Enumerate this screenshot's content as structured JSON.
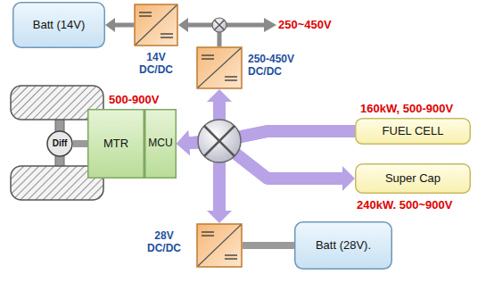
{
  "diagram": {
    "nodes": [
      {
        "text": [
          "Batt (14V)"
        ]
      },
      {
        "text": [
          "14V DC/DC"
        ]
      },
      {
        "text": [
          "250-450V DC/DC"
        ]
      },
      {
        "text": [
          "Diff"
        ]
      },
      {
        "text": [
          "MTR"
        ]
      },
      {
        "text": [
          "MCU"
        ]
      },
      {
        "text": [
          "FUEL CELL"
        ]
      },
      {
        "text": [
          "Super Cap"
        ]
      },
      {
        "text": [
          "28V DC/DC"
        ]
      },
      {
        "text": [
          "Batt (28V)."
        ]
      }
    ],
    "edges": [
      {
        "from": 6,
        "to": 5,
        "arrow": "to"
      },
      {
        "from": 7,
        "to": 5,
        "arrow": "both"
      },
      {
        "from": 8,
        "to": 5,
        "arrow": "both"
      },
      {
        "from": 6,
        "to": 2,
        "arrow": "to"
      },
      {
        "from": 2,
        "to": 1,
        "arrow": "to"
      },
      {
        "from": 1,
        "to": 0,
        "arrow": "to"
      },
      {
        "from": 8,
        "to": 9,
        "arrow": "none"
      },
      {
        "from": 4,
        "to": 3,
        "arrow": "none"
      }
    ],
    "labels": [
      "250~450V",
      "500-900V",
      "160kW, 500-900V",
      "240kW. 500~900V"
    ]
  }
}
